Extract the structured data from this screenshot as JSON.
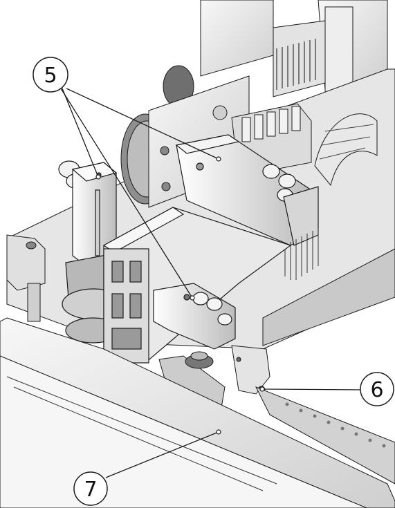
{
  "figure": {
    "callouts": [
      {
        "id": "c5",
        "label": "5"
      },
      {
        "id": "c6",
        "label": "6"
      },
      {
        "id": "c7",
        "label": "7"
      }
    ]
  },
  "colors": {
    "line": "#1a1a1a",
    "light_gray": "#f2f2f2",
    "mid_gray": "#d9d9d9",
    "dark_gray": "#9a9a9a",
    "shadow": "#6e6e6e"
  }
}
